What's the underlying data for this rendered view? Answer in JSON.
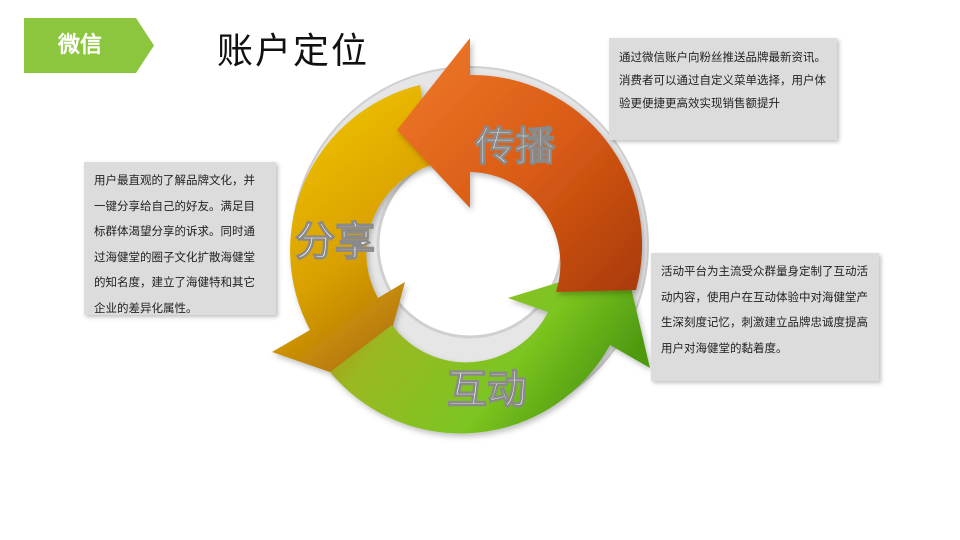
{
  "header": {
    "tag_label": "微信",
    "title": "账户定位"
  },
  "cycle": {
    "stage_spread": "传播",
    "stage_share": "分享",
    "stage_interact": "互动"
  },
  "descriptions": {
    "share": "用户最直观的了解品牌文化，并一键分享给自己的好友。满足目标群体渴望分享的诉求。同时通过海健堂的圈子文化扩散海健堂的知名度，建立了海健特和其它企业的差异化属性。",
    "spread": "通过微信账户向粉丝推送品牌最新资讯。消费者可以通过自定义菜单选择，用户体验更便捷更高效实现销售额提升",
    "interact": "活动平台为主流受众群量身定制了互动活动内容，使用户在互动体验中对海健堂产生深刻度记忆，刺激建立品牌忠诚度提高用户对海健堂的黏着度。"
  },
  "colors": {
    "tag_green": "#8cc63f",
    "spread_orange": "#e0601a",
    "share_yellow": "#e8b800",
    "interact_green": "#7cc520"
  }
}
